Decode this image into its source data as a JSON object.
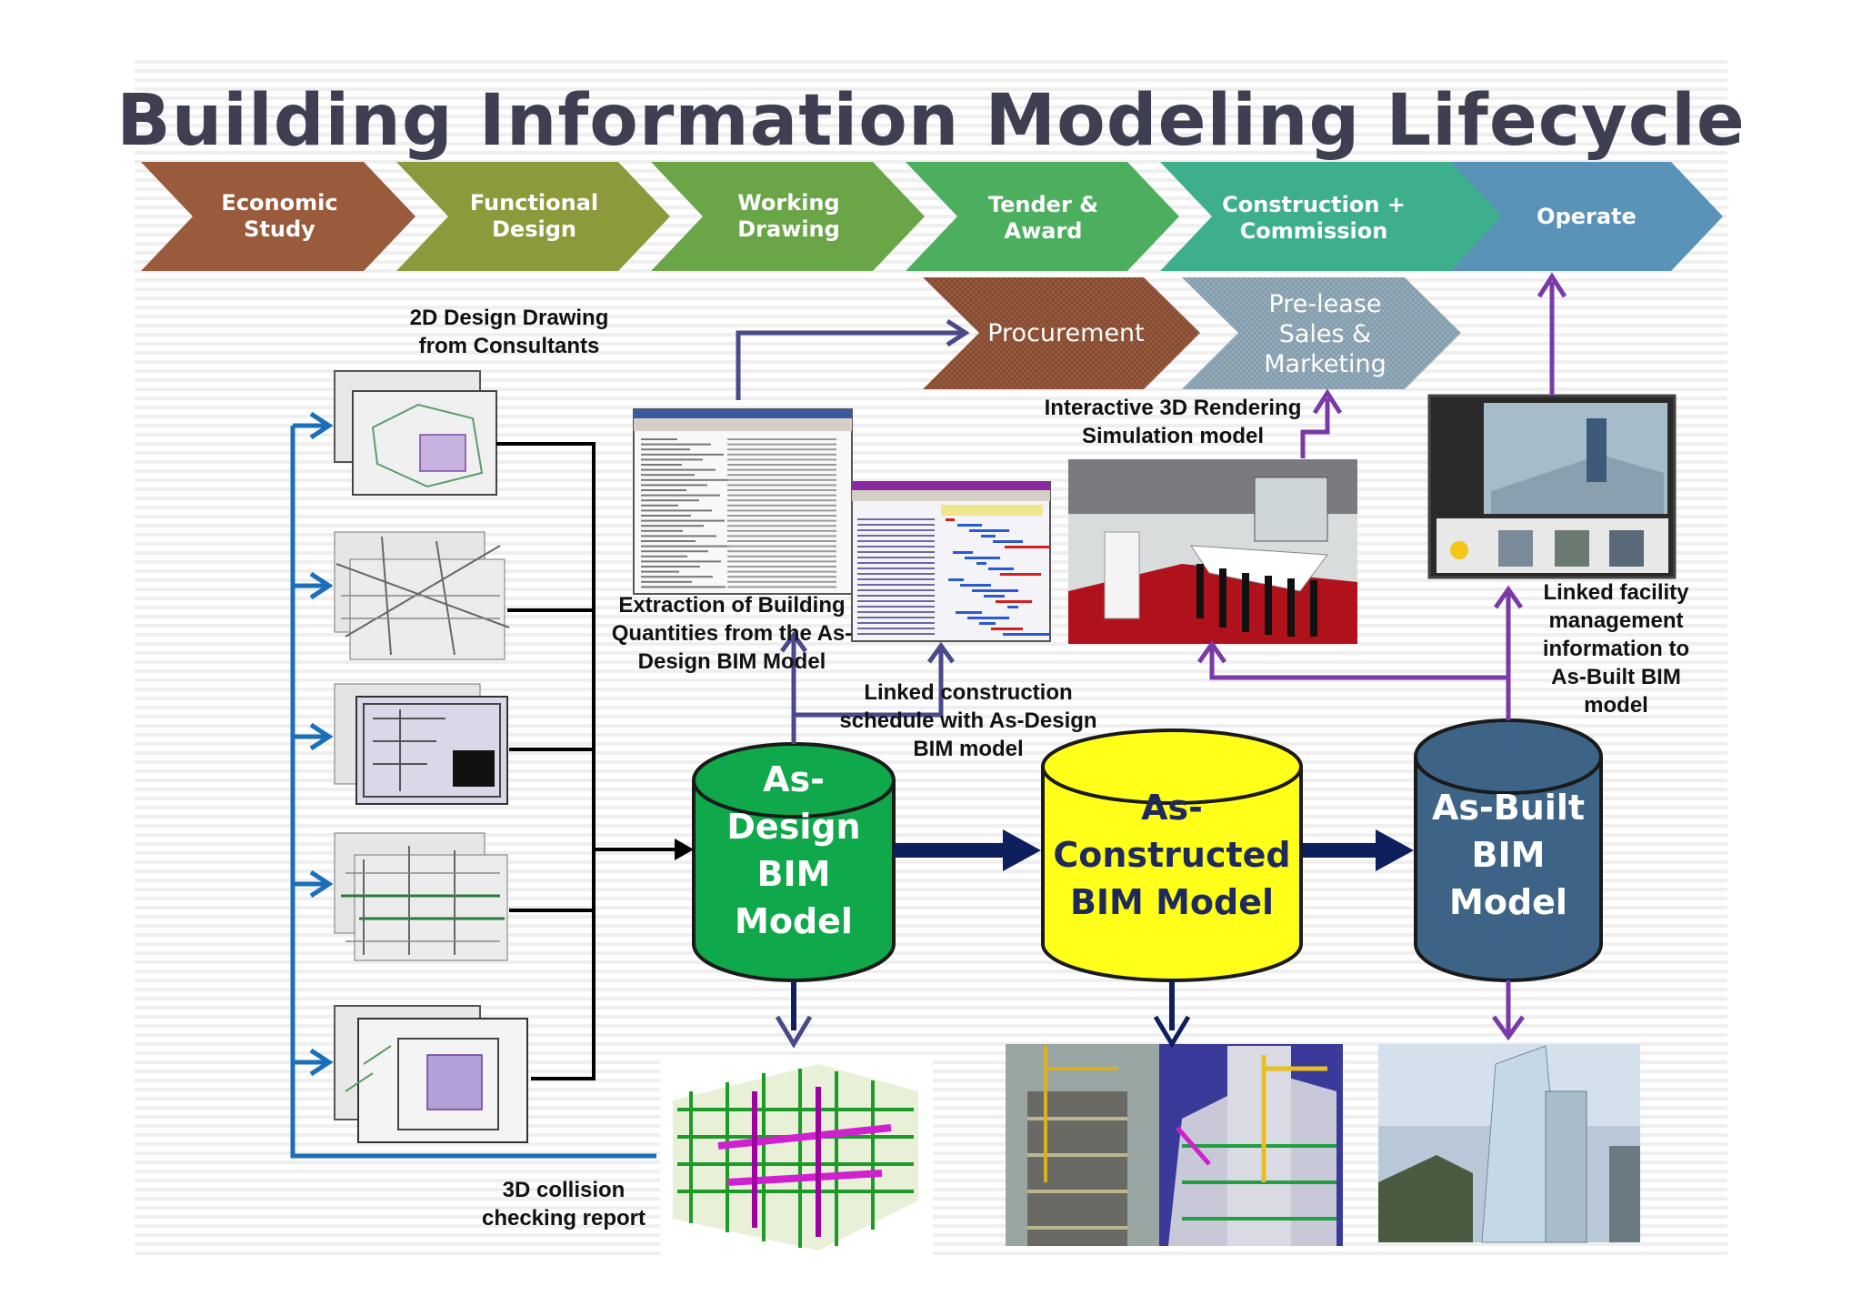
{
  "title": "Building Information Modeling Lifecycle",
  "phases": [
    {
      "lines": [
        "Economic",
        "Study"
      ],
      "color": "#9a5a3c"
    },
    {
      "lines": [
        "Functional",
        "Design"
      ],
      "color": "#8c9a3c"
    },
    {
      "lines": [
        "Working",
        "Drawing"
      ],
      "color": "#6aa548"
    },
    {
      "lines": [
        "Tender &",
        "Award"
      ],
      "color": "#4caf5e"
    },
    {
      "lines": [
        "Construction +",
        "Commission"
      ],
      "color": "#3eaf8c"
    },
    {
      "lines": [
        "Operate"
      ],
      "color": "#5a93b8"
    }
  ],
  "secondary_phases": [
    {
      "lines": [
        "Procurement"
      ],
      "color": "#9a5a3c"
    },
    {
      "lines": [
        "Pre-lease",
        "Sales &",
        "Marketing"
      ],
      "color": "#8ba5b5"
    }
  ],
  "databases": [
    {
      "lines": [
        "As-",
        "Design",
        "BIM",
        "Model"
      ],
      "fill": "#0fa84a",
      "text_color": "#ffffff"
    },
    {
      "lines": [
        "As-",
        "Constructed",
        "BIM Model"
      ],
      "fill": "#ffff1a",
      "text_color": "#1f2a5c"
    },
    {
      "lines": [
        "As-Built",
        "BIM",
        "Model"
      ],
      "fill": "#3d6487",
      "text_color": "#ffffff"
    }
  ],
  "labels": {
    "design_drawing": [
      "2D Design Drawing",
      "from Consultants"
    ],
    "extraction": [
      "Extraction of Building",
      "Quantities from the As-",
      "Design BIM Model"
    ],
    "linked_schedule": [
      "Linked construction",
      "schedule with As-Design",
      "BIM model"
    ],
    "rendering": [
      "Interactive 3D Rendering",
      "Simulation model"
    ],
    "facility": [
      "Linked facility",
      "management",
      "information to",
      "As-Built BIM",
      "model"
    ],
    "collision": [
      "3D collision",
      "checking report"
    ]
  },
  "colors": {
    "blue_arrow": "#1a6fb8",
    "purple_arrow": "#7a3aa6",
    "navy_arrow": "#0d1f5c",
    "slate_arrow": "#4a4a8a",
    "black_line": "#000000"
  }
}
